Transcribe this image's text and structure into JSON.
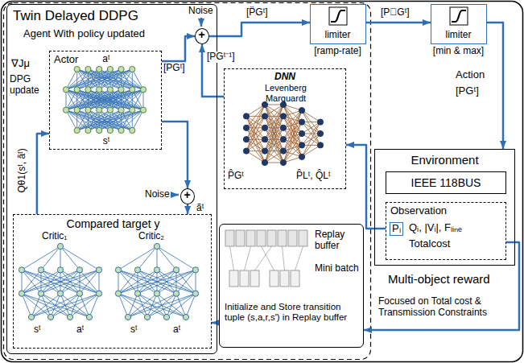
{
  "diagram": {
    "nodes": [
      {
        "text": [
          "Twin Delayed DDPG",
          "Agent With policy updated"
        ]
      },
      {
        "text": [
          "Actor",
          "aᵗ",
          "sᵗ"
        ],
        "in": 0
      },
      {
        "text": [
          "Compared target y"
        ],
        "in": 0
      },
      {
        "text": [
          "+"
        ],
        "in": 0
      },
      {
        "text": [
          "+"
        ],
        "in": 0
      },
      {
        "text": [
          "limiter",
          "[ramp-rate]"
        ]
      },
      {
        "text": [
          "limiter",
          "[min & max]"
        ]
      },
      {
        "text": [
          "DNN",
          "Levenberg Marquardt"
        ]
      },
      {
        "text": [
          "Replay buffer",
          "Mini batch",
          "Initialize and Store transition tuple (s,a,r,s') in Replay buffer"
        ]
      },
      {
        "text": [
          "Environment"
        ]
      },
      {
        "text": [
          "IEEE 118BUS"
        ],
        "in": 9
      },
      {
        "text": [
          "Observation",
          "Pₗ",
          "Qᵢ, |Vᵢ|, Fₗᵢₙₑ",
          "Totalcost"
        ],
        "in": 9
      }
    ],
    "edges": [
      {
        "from": 3,
        "to": 5,
        "arrow": "to",
        "label": "[P̈Gᵗ]"
      },
      {
        "from": 5,
        "to": 6,
        "arrow": "to",
        "label": "[P⃛Gᵗ]"
      },
      {
        "from": 6,
        "to": 9,
        "arrow": "to"
      },
      {
        "from": 1,
        "to": 3,
        "arrow": "to",
        "label": "[PGᵗ]"
      },
      {
        "from": 7,
        "to": 3,
        "arrow": "to",
        "label": "[PGᵗ⁻¹]"
      },
      {
        "from": 11,
        "to": 7,
        "arrow": "to"
      },
      {
        "from": 11,
        "to": 8,
        "arrow": "to"
      },
      {
        "from": 8,
        "to": 2,
        "arrow": "to"
      },
      {
        "from": 1,
        "to": 4,
        "arrow": "to"
      },
      {
        "from": 4,
        "to": 2,
        "arrow": "to"
      },
      {
        "from": 2,
        "to": 1,
        "arrow": "to",
        "label": "Qθ1(sᵗ, ãᵗ)"
      }
    ],
    "labels": [
      "Noise",
      "∇Jμ",
      "DPG update",
      "Critic₁",
      "Critic₂",
      "sᵗ",
      "aᵗ",
      "sᵗ",
      "aᵗ",
      "Noise",
      "ãᵗ",
      "P̂Gᵗ",
      "P̂Lᵗ, Q̂Lᵗ",
      "Action",
      "[PGᵗ]",
      "Multi-object reward",
      "Focused on Total cost & Transmission Constraints"
    ]
  }
}
